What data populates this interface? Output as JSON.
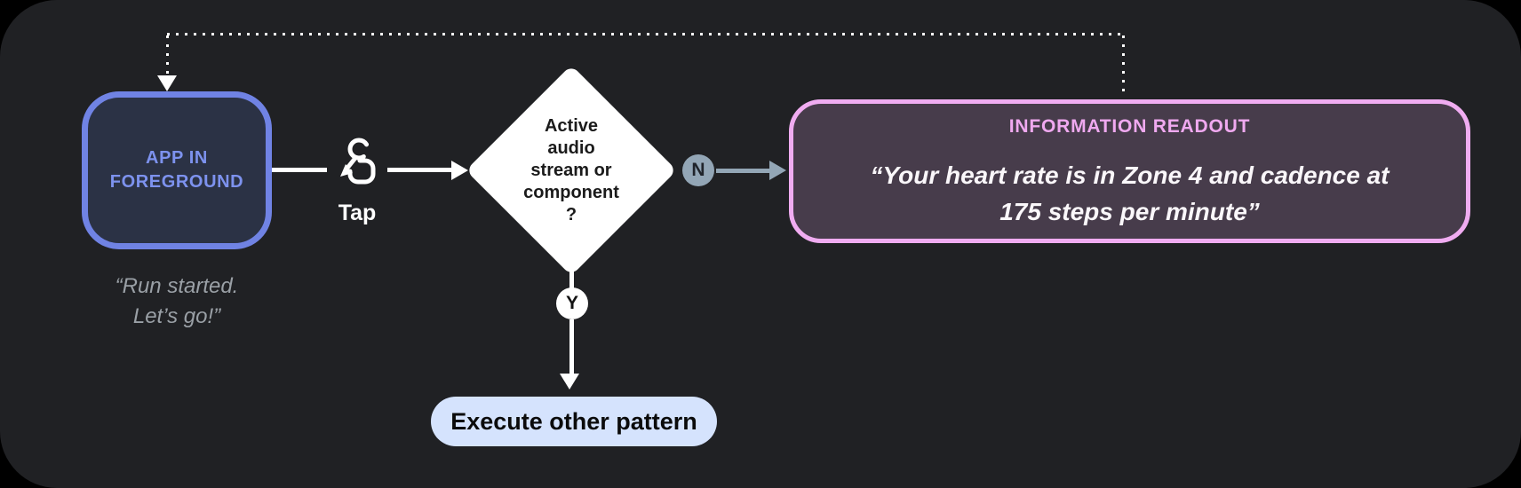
{
  "diagram": {
    "app_node": {
      "label_line1": "APP IN",
      "label_line2": "FOREGROUND",
      "caption_line1": "“Run started.",
      "caption_line2": "Let’s go!”"
    },
    "tap": {
      "label": "Tap",
      "icon": "tap-gesture-icon"
    },
    "decision": {
      "lines": [
        "Active",
        "audio",
        "stream or",
        "component",
        "?"
      ]
    },
    "no_branch": {
      "badge": "N"
    },
    "yes_branch": {
      "badge": "Y"
    },
    "readout": {
      "title": "INFORMATION READOUT",
      "quote_line1": "“Your heart rate is in Zone 4 and cadence at",
      "quote_line2": "175 steps per minute”"
    },
    "pill": {
      "label": "Execute other pattern"
    },
    "colors": {
      "panel_bg": "#202124",
      "outer_bg": "#000000",
      "app_node_border": "#7083E4",
      "app_node_bg": "#2B3245",
      "app_node_text": "#7D92EE",
      "caption_text": "#9AA0A6",
      "flow_line": "#FFFFFF",
      "decision_bg": "#FFFFFF",
      "no_accent": "#93A6B6",
      "readout_border": "#F0ACF1",
      "readout_bg": "#473C4B",
      "readout_title": "#F0A9F0",
      "pill_bg": "#D5E3FD"
    }
  }
}
